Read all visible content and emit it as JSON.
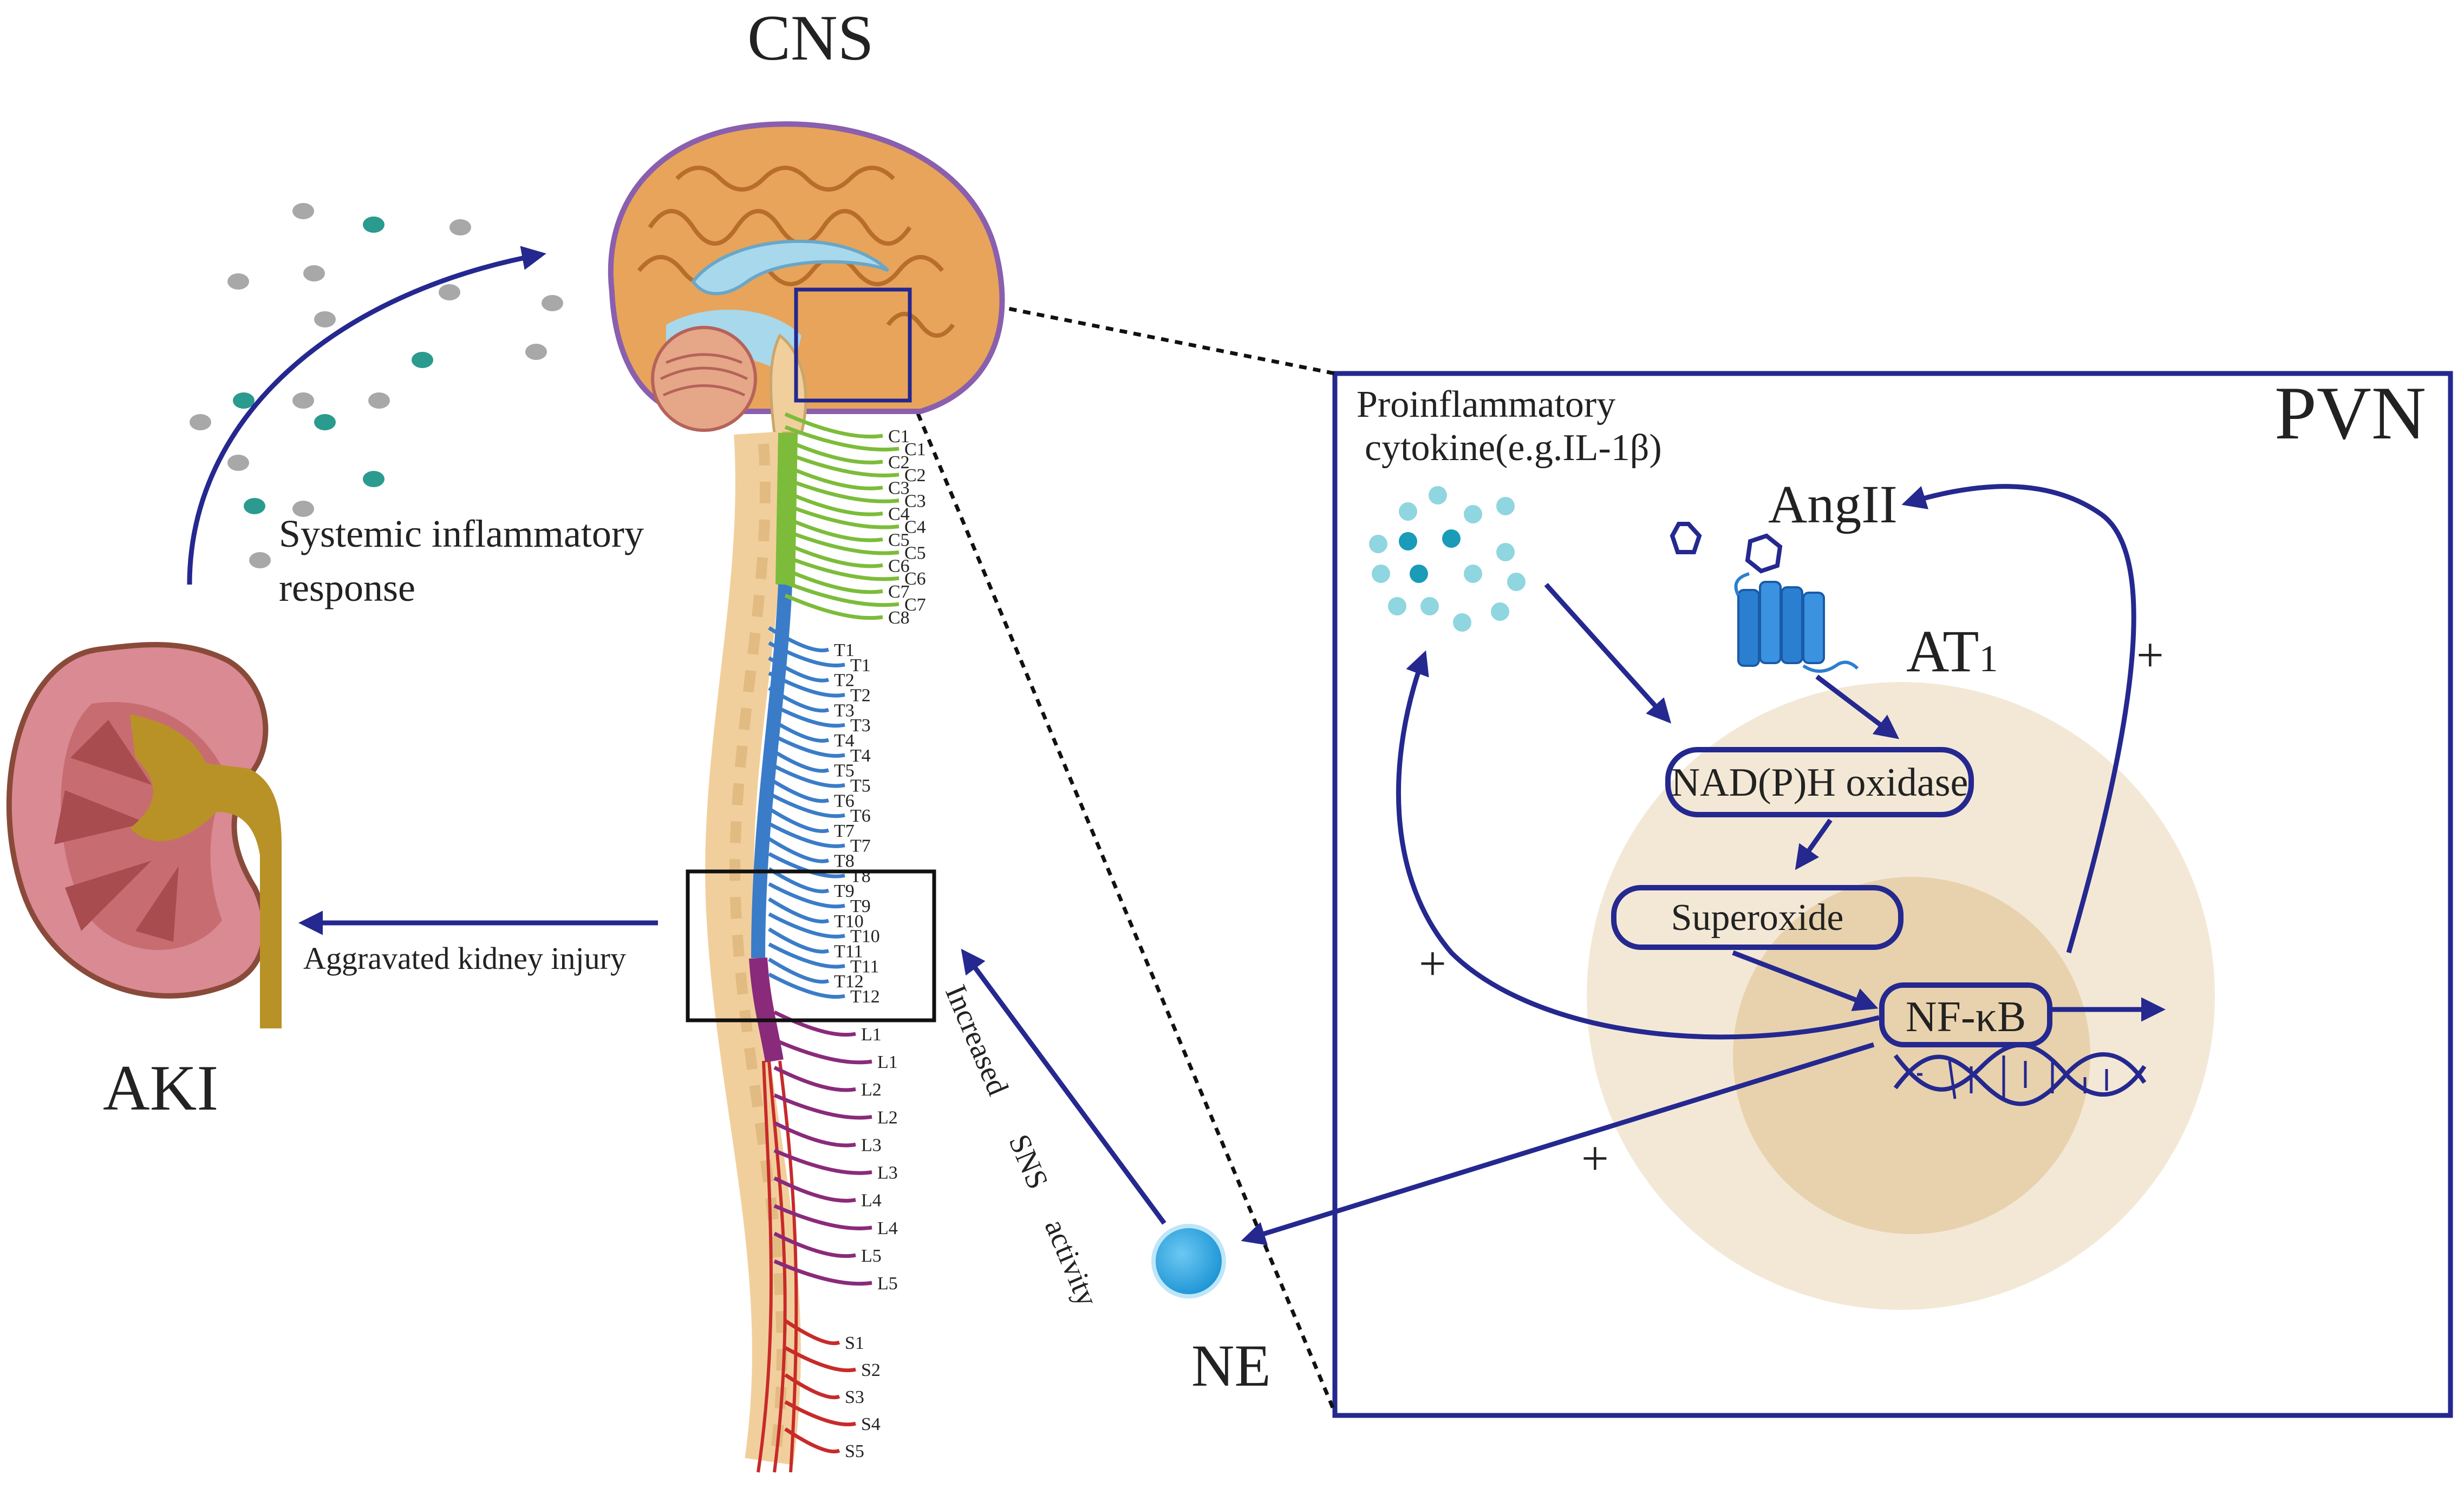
{
  "labels": {
    "cns": "CNS",
    "aki": "AKI",
    "systemic_line1": "Systemic inflammatory",
    "systemic_line2": "response",
    "aggravated": "Aggravated kidney injury",
    "sns_word1": "Increased",
    "sns_word2": "SNS",
    "sns_word3": "activity",
    "ne": "NE",
    "pvn": "PVN",
    "cytokine_line1": "Proinflammatory",
    "cytokine_line2": "cytokine(e.g.IL-1β)",
    "angii": "AngII",
    "at1_main": "AT",
    "at1_sub": "1",
    "nadph": "NAD(P)H oxidase",
    "superoxide": "Superoxide",
    "nfkb": "NF-κB",
    "plus": "+"
  },
  "spinal_levels": {
    "cervical": [
      "C1",
      "C1",
      "C2",
      "C2",
      "C3",
      "C3",
      "C4",
      "C4",
      "C5",
      "C5",
      "C6",
      "C6",
      "C7",
      "C7",
      "C8"
    ],
    "thoracic": [
      "T1",
      "T1",
      "T2",
      "T2",
      "T3",
      "T3",
      "T4",
      "T4",
      "T5",
      "T5",
      "T6",
      "T6",
      "T7",
      "T7",
      "T8",
      "T8",
      "T9",
      "T9",
      "T10",
      "T10",
      "T11",
      "T11",
      "T12",
      "T12"
    ],
    "lumbar": [
      "L1",
      "L1",
      "L2",
      "L2",
      "L3",
      "L3",
      "L4",
      "L4",
      "L5",
      "L5"
    ],
    "sacral": [
      "S1",
      "S2",
      "S3",
      "S4",
      "S5"
    ]
  },
  "colors": {
    "arrow": "#24288f",
    "box": "#24288f",
    "outer_circle": "#f3e8d6",
    "inner_circle": "#e8d2ad",
    "kidney_outer": "#d98a92",
    "kidney_medulla": "#b65a5e",
    "ureter": "#b89226",
    "brain": "#e8a45a",
    "cervical": "#7cbc3a",
    "thoracic": "#3a7cc8",
    "lumbar": "#8a2a7a",
    "sacral": "#c82a2a",
    "ne": "#29a8e6",
    "receptor": "#2b7fd0",
    "cytokine_teal": "#2a9b8e",
    "cytokine_gray": "#a8a8a8"
  }
}
